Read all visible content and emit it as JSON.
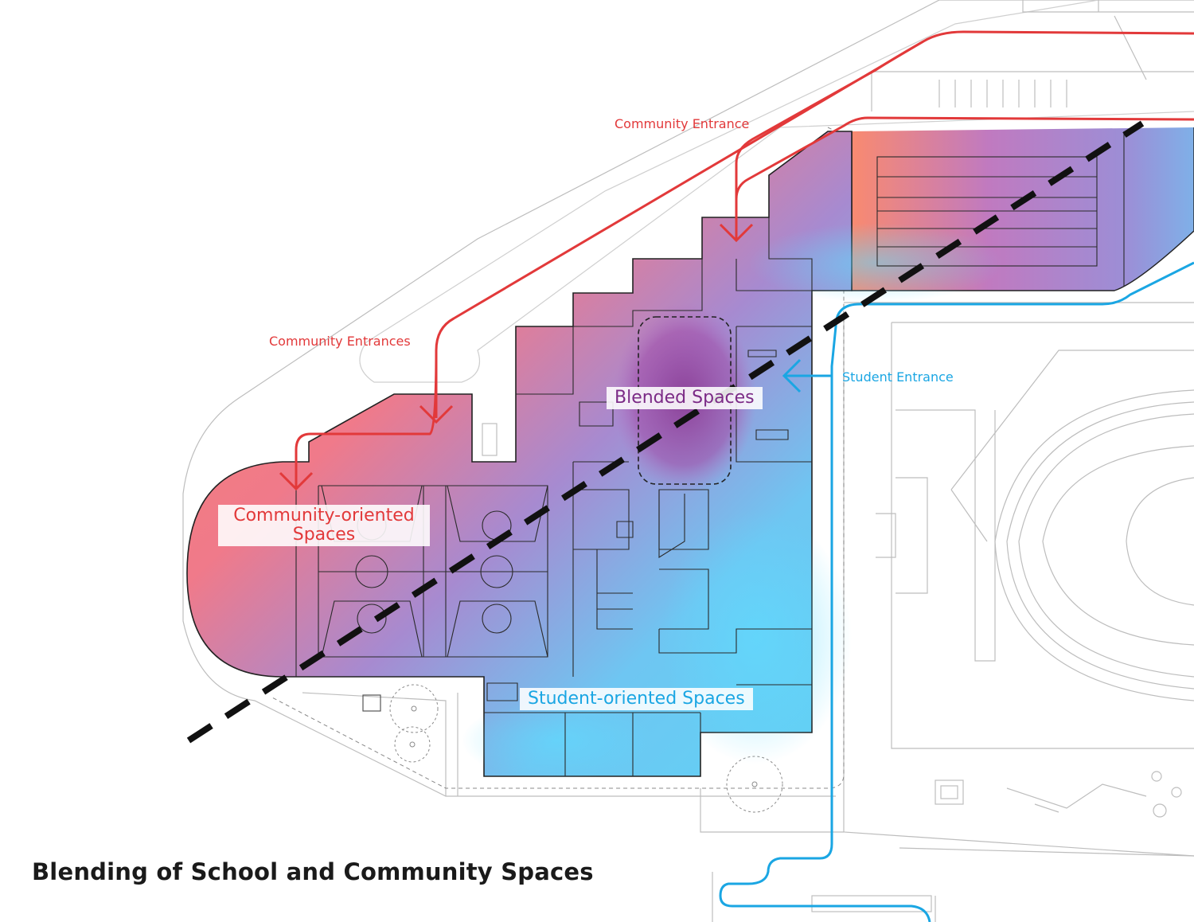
{
  "title": "Blending of School and Community Spaces",
  "labels": {
    "community_entrance": "Community Entrance",
    "community_entrances": "Community Entrances",
    "student_entrance": "Student Entrance",
    "blended_spaces": "Blended Spaces",
    "community_oriented_line1": "Community-oriented",
    "community_oriented_line2": "Spaces",
    "student_oriented_spaces": "Student-oriented Spaces"
  },
  "colors": {
    "community": "#e2393a",
    "student": "#1aa6e3",
    "blended": "#7b2a86",
    "warm_fill": "#f7806e",
    "cool_fill": "#5fd3f5",
    "divider": "#111111"
  }
}
